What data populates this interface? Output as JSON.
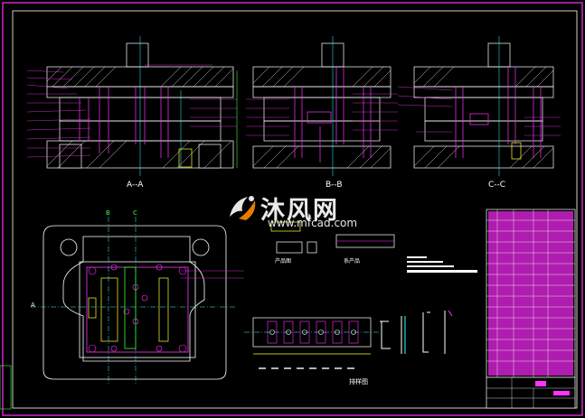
{
  "drawing": {
    "section_labels": [
      "A--A",
      "B--B",
      "C--C"
    ],
    "plan_markers": {
      "a_left": "A",
      "b_top": "B",
      "c_top": "C"
    },
    "part_view_label": "产品图",
    "part_view2_label": "系产品",
    "strip_label": "排样图"
  },
  "watermark": {
    "site_name": "沐风网",
    "url": "www.mfcad.com",
    "logo_icon": "mfcad-logo-icon"
  },
  "colors": {
    "background": "#000000",
    "line_white": "#ffffff",
    "line_magenta": "#ff33ff",
    "line_cyan": "#33ffff",
    "line_yellow": "#ffff33",
    "line_green": "#33ff33",
    "line_red": "#ff3333"
  }
}
